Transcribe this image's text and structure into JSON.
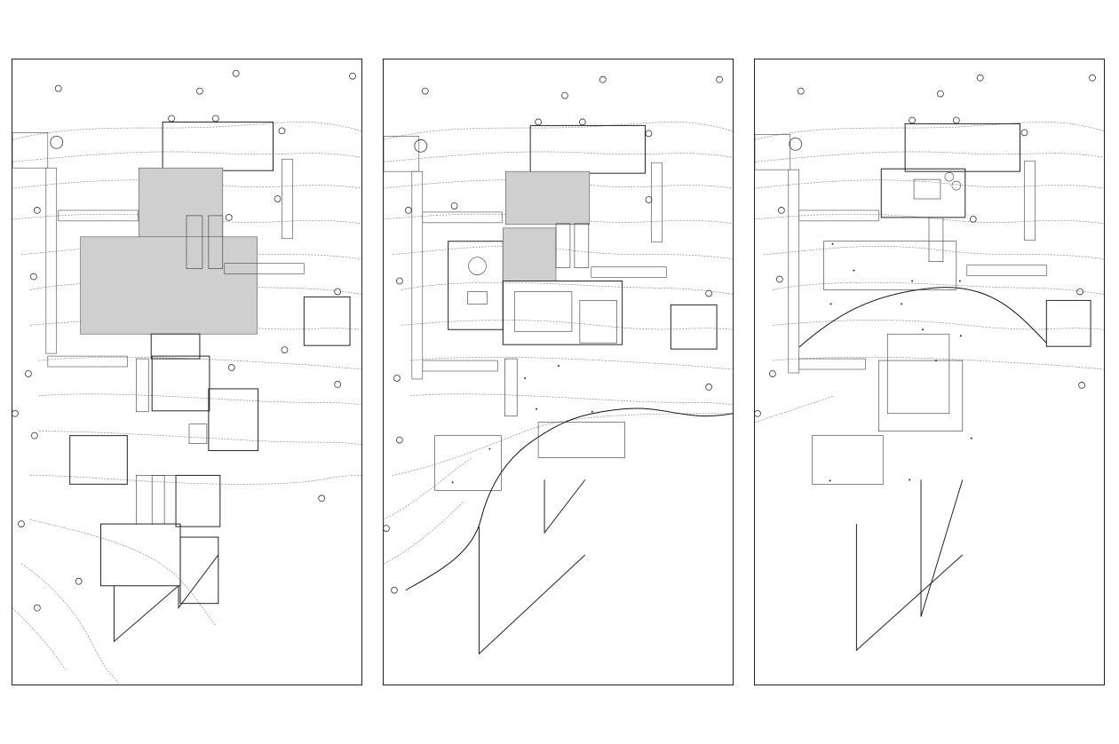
{
  "drawing": {
    "sheet_count": 3,
    "sheets": [
      {
        "id": "plan-1",
        "has_roof_hatch": true
      },
      {
        "id": "plan-2",
        "has_roof_hatch": true
      },
      {
        "id": "plan-3",
        "has_roof_hatch": false
      }
    ],
    "colors": {
      "line": "#222222",
      "hatch": "#cfcfcf",
      "contour": "#777777"
    }
  }
}
